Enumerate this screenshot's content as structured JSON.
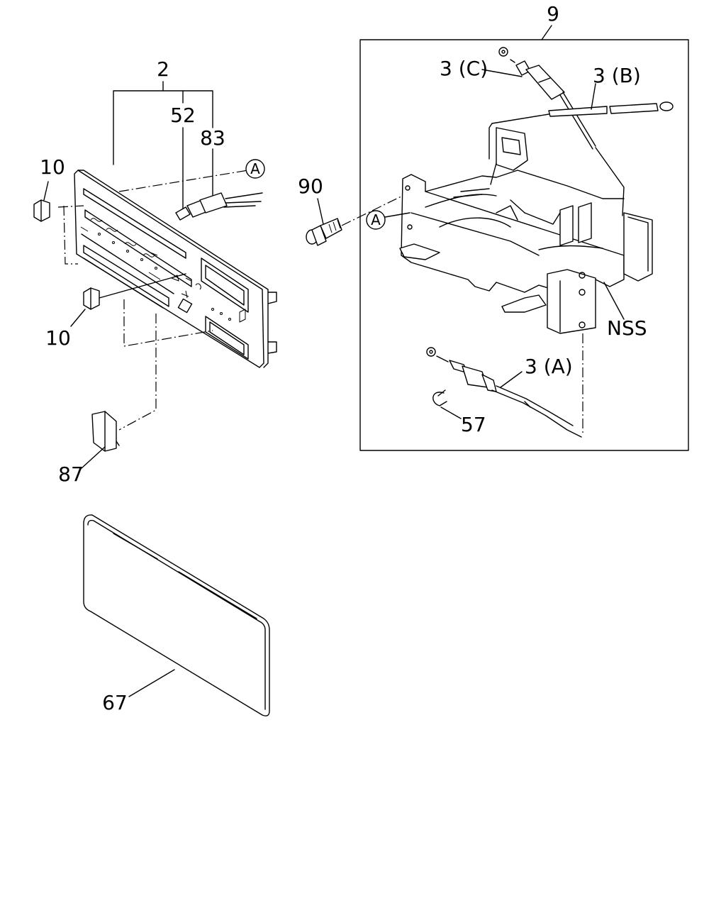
{
  "labels": {
    "p2": "2",
    "p52": "52",
    "p83": "83",
    "p10a": "10",
    "p10b": "10",
    "p87": "87",
    "p67": "67",
    "p90": "90",
    "p9": "9",
    "p3c": "3 (C)",
    "p3b": "3 (B)",
    "p3a": "3 (A)",
    "p57": "57",
    "nss": "NSS",
    "ref_a1": "A",
    "ref_a2": "A"
  }
}
